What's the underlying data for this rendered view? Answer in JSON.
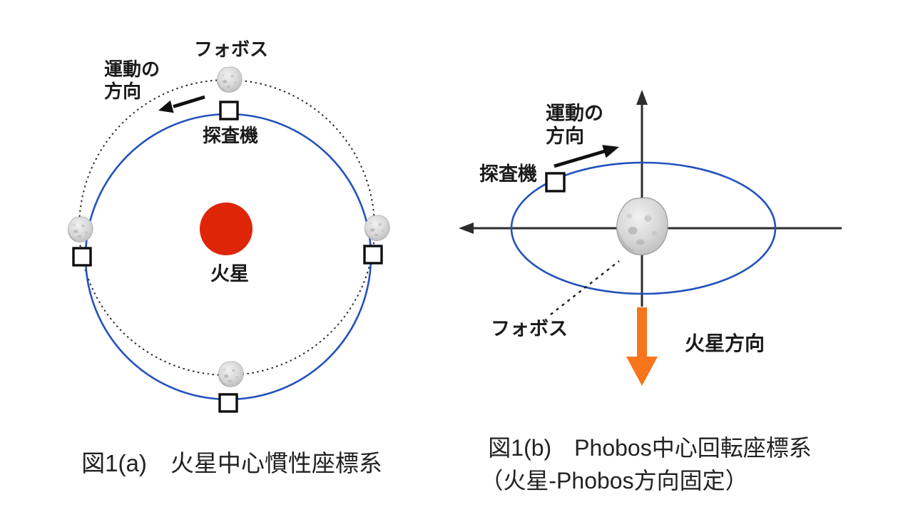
{
  "figure_a": {
    "labels": {
      "phobos": "フォボス",
      "motion_line1": "運動の",
      "motion_line2": "方向",
      "spacecraft": "探査機",
      "mars": "火星"
    },
    "caption": "図1(a)　火星中心慣性座標系"
  },
  "figure_b": {
    "labels": {
      "motion_line1": "運動の",
      "motion_line2": "方向",
      "spacecraft": "探査機",
      "phobos": "フォボス",
      "mars_direction": "火星方向"
    },
    "caption_line1": "図1(b)　Phobos中心回転座標系",
    "caption_line2": "（火星-Phobos方向固定）"
  },
  "colors": {
    "orbit_blue": "#2352bc",
    "mars_red": "#de2508",
    "arrow_orange": "#f7751b",
    "ink": "#1b1b1b"
  }
}
